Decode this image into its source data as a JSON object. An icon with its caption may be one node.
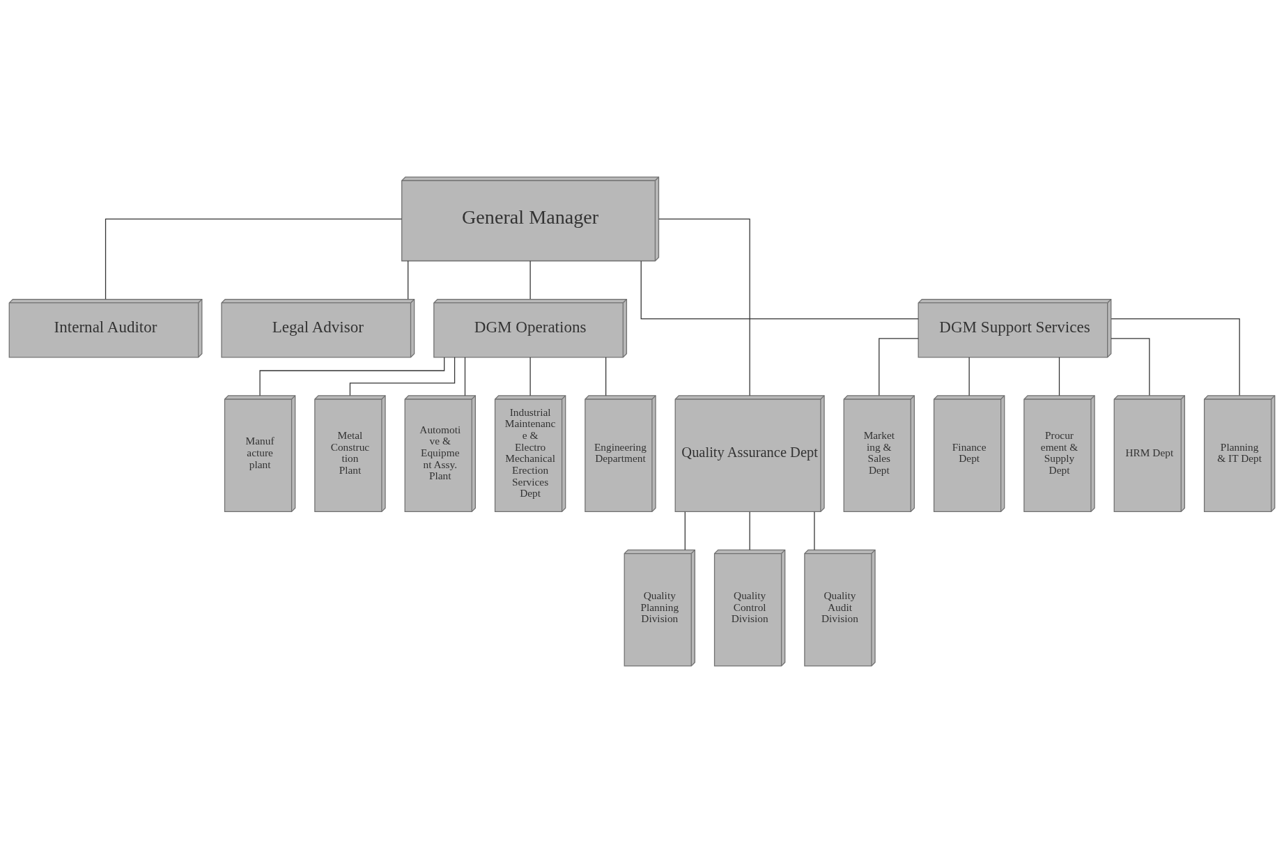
{
  "diagram": {
    "nodes": [
      {
        "text": [
          "General Manager"
        ]
      },
      {
        "text": [
          "Internal Auditor"
        ]
      },
      {
        "text": [
          "Legal Advisor"
        ]
      },
      {
        "text": [
          "DGM Operations"
        ]
      },
      {
        "text": [
          "Quality Assurance Dept"
        ]
      },
      {
        "text": [
          "DGM Support Services"
        ]
      },
      {
        "text": [
          "Manuf acture plant"
        ]
      },
      {
        "text": [
          "Metal Construc tion Plant"
        ]
      },
      {
        "text": [
          "Automoti ve & Equipme nt Assy. Plant"
        ]
      },
      {
        "text": [
          "Industrial Maintenanc e & Electro Mechanical Erection Services Dept"
        ]
      },
      {
        "text": [
          "Engineering Department"
        ]
      },
      {
        "text": [
          "Market ing & Sales Dept"
        ]
      },
      {
        "text": [
          "Finance Dept"
        ]
      },
      {
        "text": [
          "Procur ement & Supply Dept"
        ]
      },
      {
        "text": [
          "HRM Dept"
        ]
      },
      {
        "text": [
          "Planning & IT Dept"
        ]
      },
      {
        "text": [
          "Quality Planning Division"
        ]
      },
      {
        "text": [
          "Quality Control Division"
        ]
      },
      {
        "text": [
          "Quality Audit Division"
        ]
      }
    ],
    "edges": [
      {
        "from": 0,
        "to": 1,
        "arrow": "none"
      },
      {
        "from": 0,
        "to": 2,
        "arrow": "none"
      },
      {
        "from": 0,
        "to": 3,
        "arrow": "none"
      },
      {
        "from": 0,
        "to": 4,
        "arrow": "none"
      },
      {
        "from": 0,
        "to": 5,
        "arrow": "none"
      },
      {
        "from": 3,
        "to": 6,
        "arrow": "none"
      },
      {
        "from": 3,
        "to": 7,
        "arrow": "none"
      },
      {
        "from": 3,
        "to": 8,
        "arrow": "none"
      },
      {
        "from": 3,
        "to": 9,
        "arrow": "none"
      },
      {
        "from": 3,
        "to": 10,
        "arrow": "none"
      },
      {
        "from": 5,
        "to": 11,
        "arrow": "none"
      },
      {
        "from": 5,
        "to": 12,
        "arrow": "none"
      },
      {
        "from": 5,
        "to": 13,
        "arrow": "none"
      },
      {
        "from": 5,
        "to": 14,
        "arrow": "none"
      },
      {
        "from": 5,
        "to": 15,
        "arrow": "none"
      },
      {
        "from": 4,
        "to": 16,
        "arrow": "none"
      },
      {
        "from": 4,
        "to": 17,
        "arrow": "none"
      },
      {
        "from": 4,
        "to": 18,
        "arrow": "none"
      }
    ]
  }
}
